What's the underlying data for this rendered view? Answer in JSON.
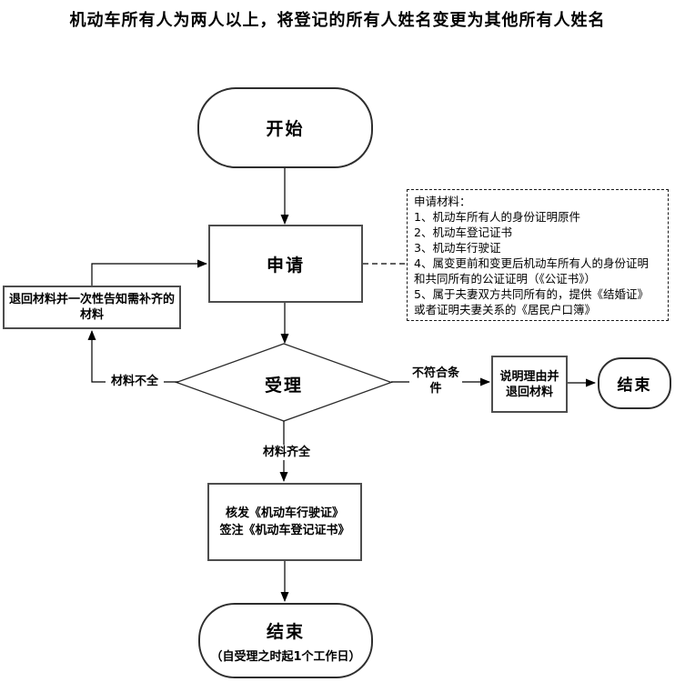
{
  "title": "机动车所有人为两人以上，将登记的所有人姓名变更为其他所有人姓名",
  "nodes": {
    "start": {
      "label": "开始"
    },
    "apply": {
      "label": "申请"
    },
    "return_materials": {
      "lines": [
        "退回材料并一次性告知需补齐的",
        "材料"
      ]
    },
    "accept": {
      "label": "受理"
    },
    "explain_return": {
      "lines": [
        "说明理由并",
        "退回材料"
      ]
    },
    "end_right": {
      "label": "结束"
    },
    "issue": {
      "lines": [
        "核发《机动车行驶证》",
        "签注《机动车登记证书》"
      ]
    },
    "end_bottom": {
      "label": "结束",
      "sublabel": "（自受理之时起1个工作日）"
    }
  },
  "edge_labels": {
    "incomplete": "材料不全",
    "not_meet": "不符合条件",
    "complete": "材料齐全"
  },
  "note": {
    "lines": [
      "申请材料：",
      "1、机动车所有人的身份证明原件",
      "2、机动车登记证书",
      "3、机动车行驶证",
      "4、属变更前和变更后机动车所有人的身份证明",
      "和共同所有的公证证明（《公证书》）",
      "5、属于夫妻双方共同所有的，提供《结婚证》",
      "或者证明夫妻关系的《居民户口簿》"
    ]
  },
  "colors": {
    "line": "#000000",
    "box_border": "#4d4d4d",
    "background": "#ffffff",
    "text": "#000000"
  }
}
